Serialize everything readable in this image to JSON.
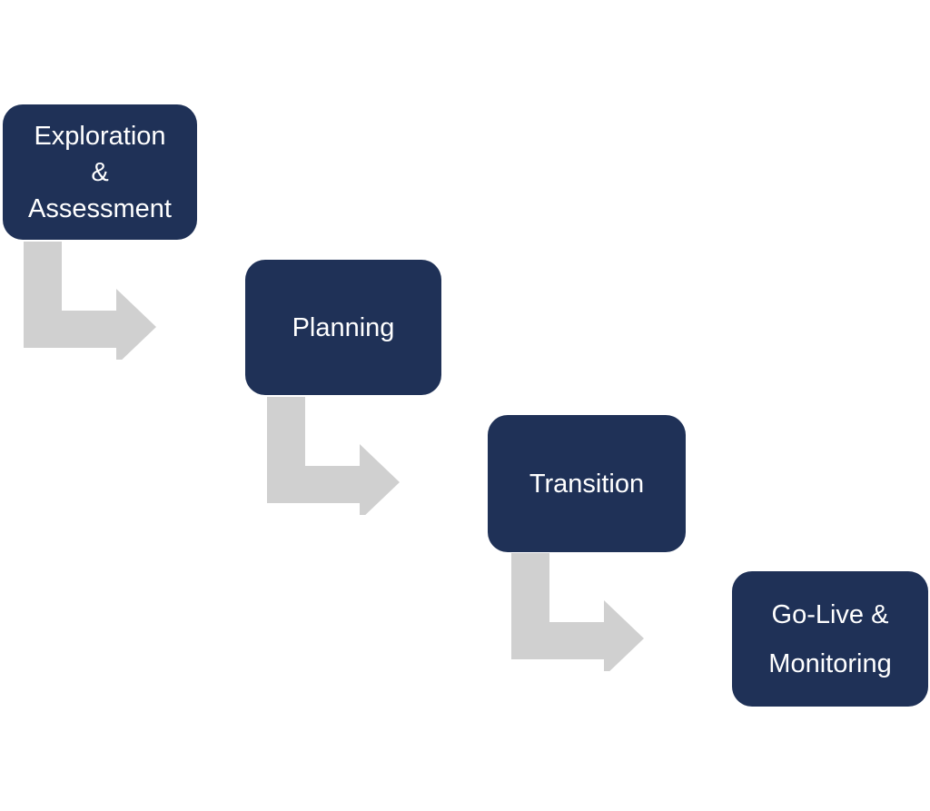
{
  "diagram": {
    "steps": [
      {
        "lines": [
          "Exploration",
          "&",
          "Assessment"
        ]
      },
      {
        "lines": [
          "Planning"
        ]
      },
      {
        "lines": [
          "Transition"
        ]
      },
      {
        "lines": [
          "Go-Live &",
          "Monitoring"
        ]
      }
    ],
    "colors": {
      "box_fill": "#1f3157",
      "box_text": "#ffffff",
      "arrow_fill": "#d0d0d0",
      "background": "#ffffff"
    },
    "connector_icon": "bent-arrow-right-icon"
  }
}
